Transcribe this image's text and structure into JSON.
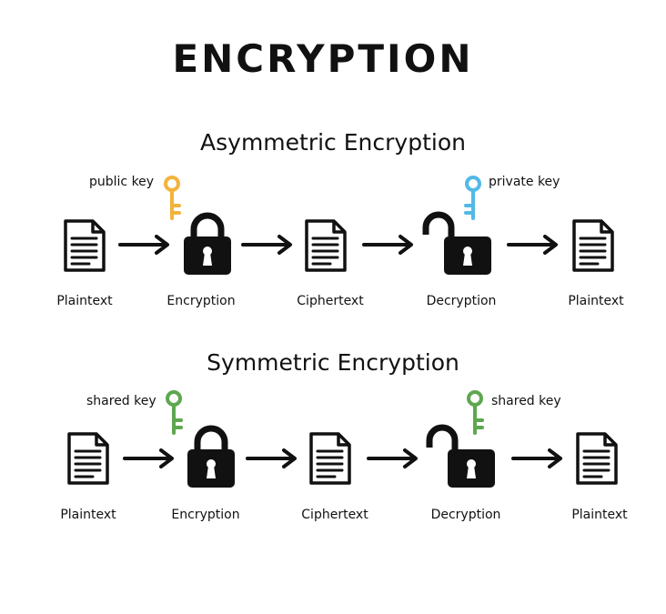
{
  "title": "ENCRYPTION",
  "sections": [
    {
      "heading": "Asymmetric Encryption",
      "encrypt_key": {
        "label": "public key",
        "color": "#f2b33d"
      },
      "decrypt_key": {
        "label": "private key",
        "color": "#53b9e6"
      },
      "steps": [
        "Plaintext",
        "Encryption",
        "Ciphertext",
        "Decryption",
        "Plaintext"
      ]
    },
    {
      "heading": "Symmetric Encryption",
      "encrypt_key": {
        "label": "shared key",
        "color": "#5ea74f"
      },
      "decrypt_key": {
        "label": "shared key",
        "color": "#5ea74f"
      },
      "steps": [
        "Plaintext",
        "Encryption",
        "Ciphertext",
        "Decryption",
        "Plaintext"
      ]
    }
  ]
}
